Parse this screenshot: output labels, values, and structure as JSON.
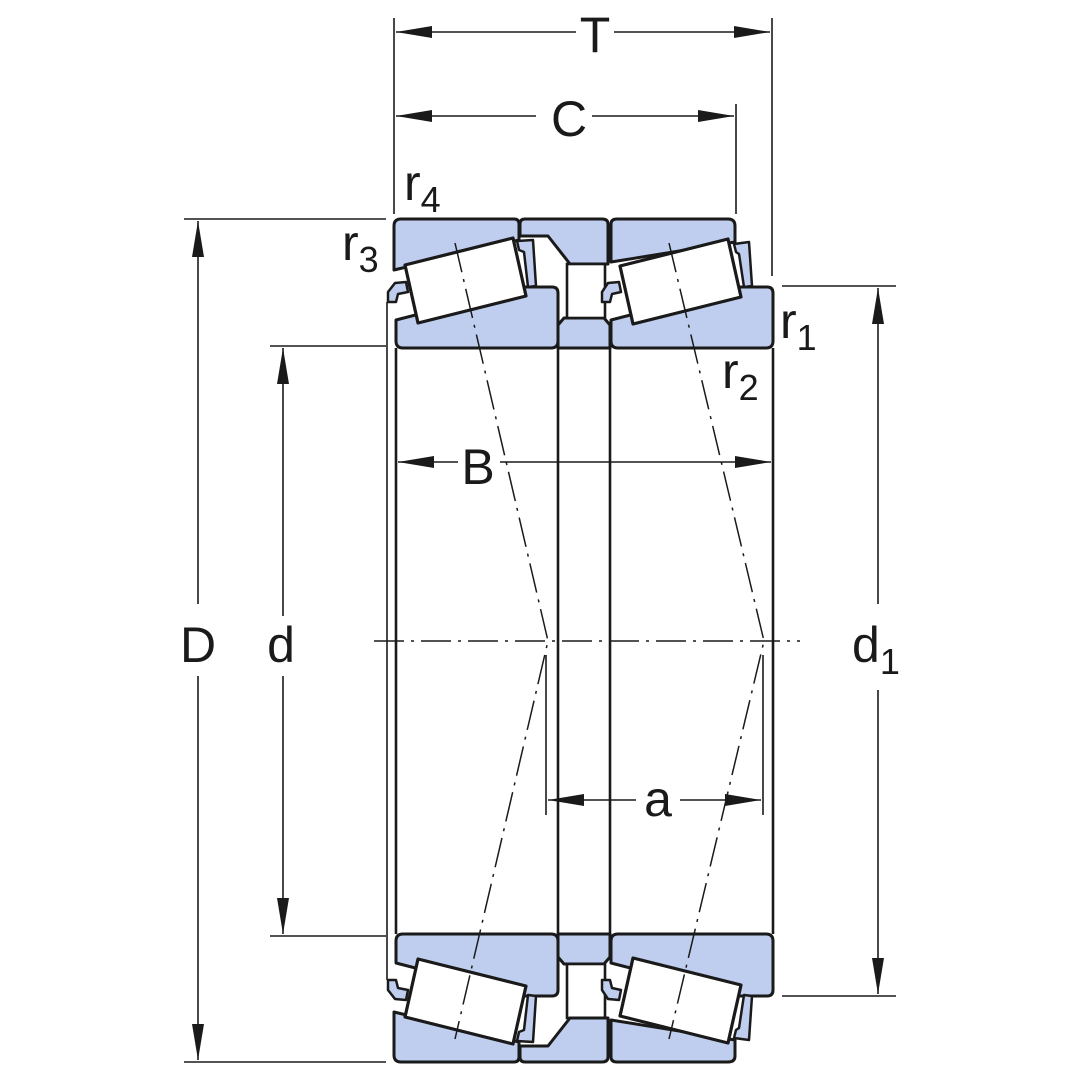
{
  "drawing": {
    "subject": "double-row tapered roller bearing, TDI arrangement, cross-section",
    "colors": {
      "ring_fill": "#bfcdee",
      "outline": "#1a1a1a",
      "background": "#ffffff"
    },
    "labels": {
      "T": "T",
      "C": "C",
      "B": "B",
      "D": "D",
      "d": "d",
      "d1": {
        "base": "d",
        "sub": "1"
      },
      "a": "a",
      "r1": {
        "base": "r",
        "sub": "1"
      },
      "r2": {
        "base": "r",
        "sub": "2"
      },
      "r3": {
        "base": "r",
        "sub": "3"
      },
      "r4": {
        "base": "r",
        "sub": "4"
      }
    }
  }
}
